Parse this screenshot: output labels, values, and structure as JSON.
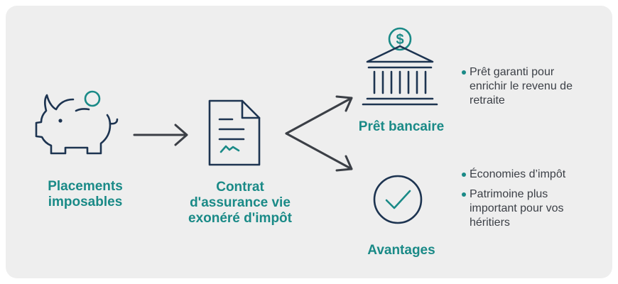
{
  "nodes": {
    "placements": {
      "label": "Placements imposables",
      "icon": "piggy-bank-icon"
    },
    "contrat": {
      "label": "Contrat d'assurance vie exonéré d'impôt",
      "icon": "contract-document-icon"
    },
    "pret": {
      "label": "Prêt bancaire",
      "icon": "bank-dollar-icon"
    },
    "avantages": {
      "label": "Avantages",
      "icon": "check-circle-icon"
    }
  },
  "pret_bullets": [
    "Prêt garanti pour enrichir le revenu de retraite"
  ],
  "avantages_bullets": [
    "Économies d’impôt",
    "Patrimoine plus important pour vos héritiers"
  ],
  "colors": {
    "teal": "#1a8a87",
    "navy": "#1d3451",
    "arrow": "#3b3f46",
    "text": "#3b3f46",
    "panel": "#eeeeee"
  }
}
